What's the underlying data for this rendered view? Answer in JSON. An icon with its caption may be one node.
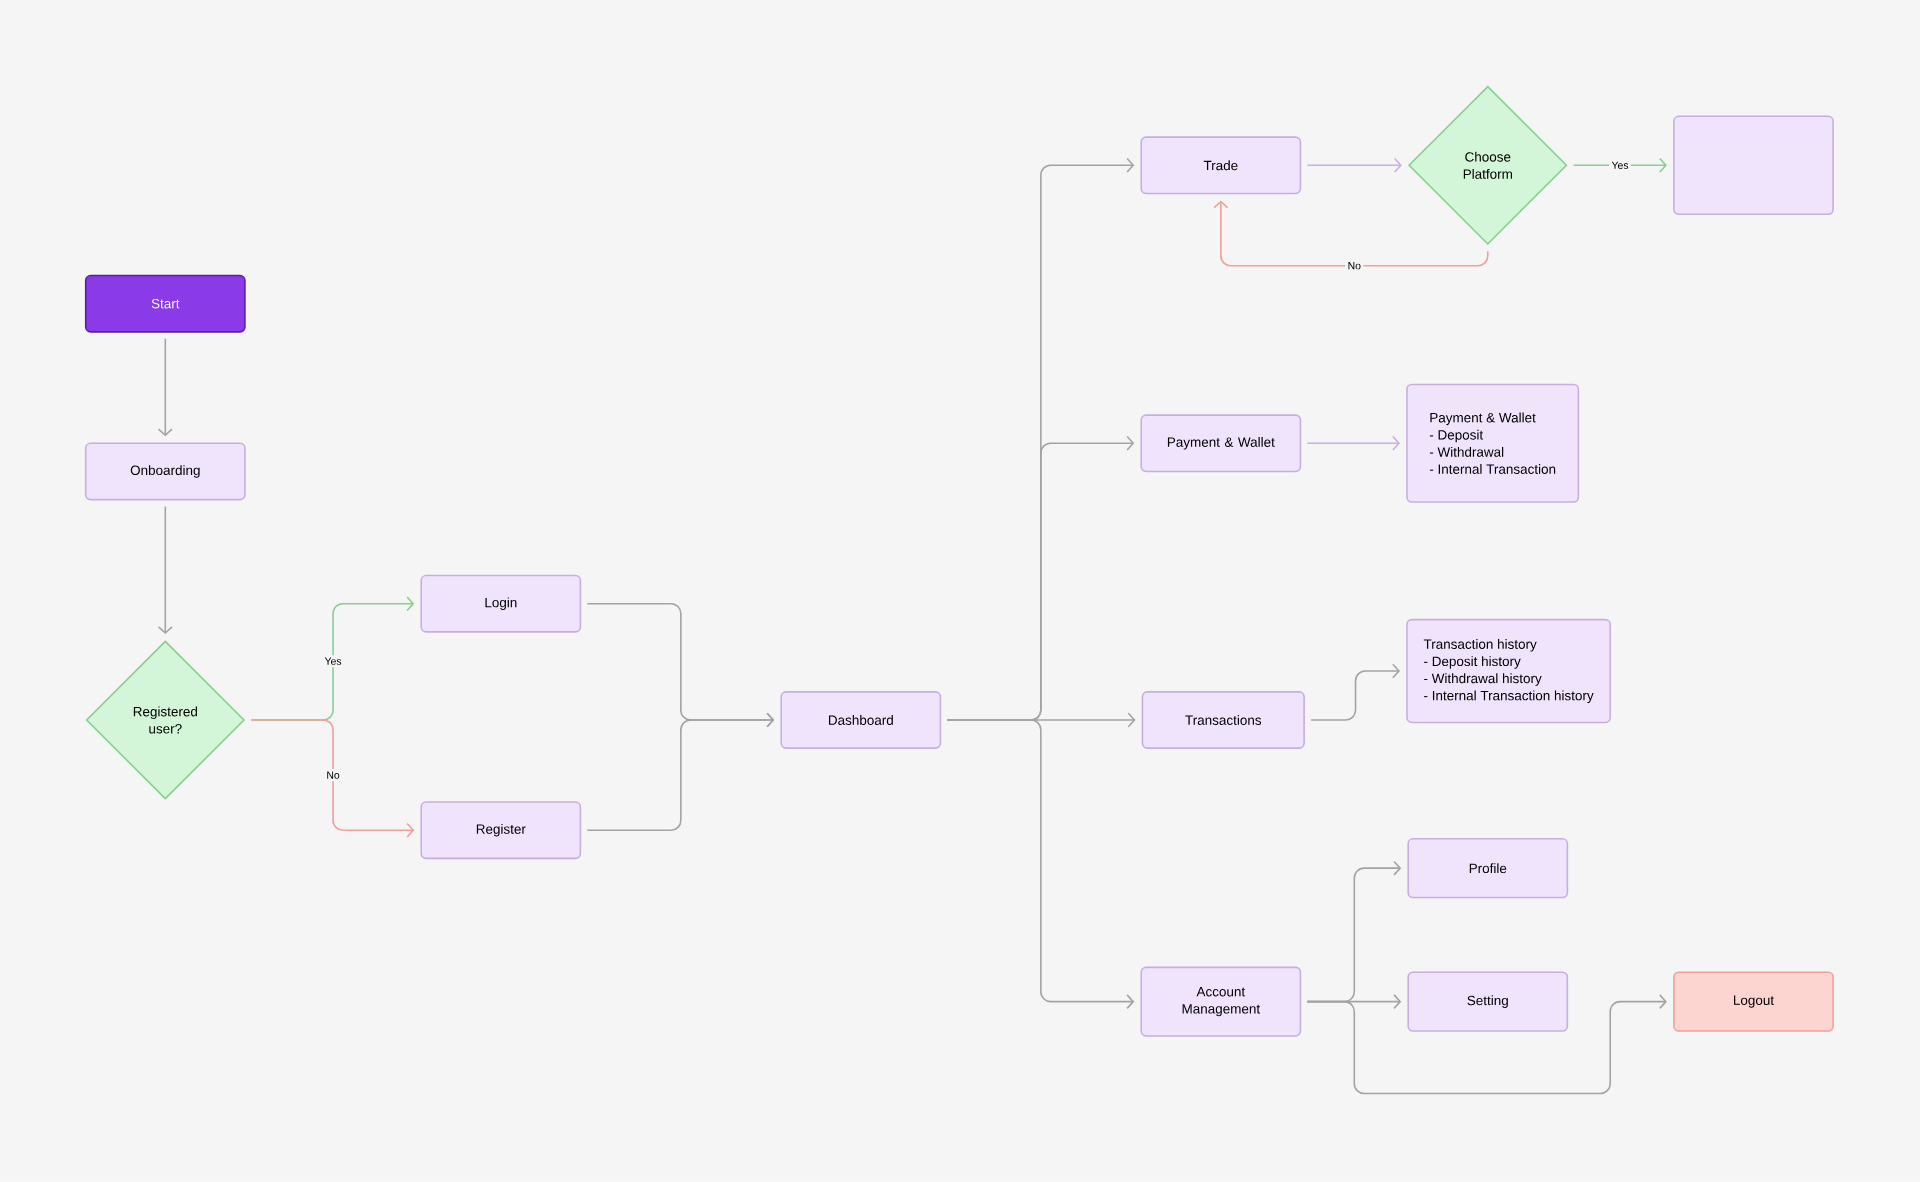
{
  "diagram": {
    "nodes": [
      {
        "text": [
          "Start"
        ]
      },
      {
        "text": [
          "Onboarding"
        ]
      },
      {
        "text": [
          "Registered user?"
        ]
      },
      {
        "text": [
          "Login"
        ]
      },
      {
        "text": [
          "Register"
        ]
      },
      {
        "text": [
          "Dashboard"
        ]
      },
      {
        "text": [
          "Trade"
        ]
      },
      {
        "text": [
          "Choose Platform"
        ]
      },
      {
        "text": [],
        "shape": "box"
      },
      {
        "text": [
          "Payment & Wallet"
        ]
      },
      {
        "text": [
          "Payment & Wallet",
          "- Deposit",
          "- Withdrawal",
          "- Internal Transaction"
        ]
      },
      {
        "text": [
          "Transactions"
        ]
      },
      {
        "text": [
          "Transaction history",
          "- Deposit history",
          "- Withdrawal history",
          "- Internal Transaction history"
        ]
      },
      {
        "text": [
          "Account Management"
        ]
      },
      {
        "text": [
          "Profile"
        ]
      },
      {
        "text": [
          "Setting"
        ]
      },
      {
        "text": [
          "Logout"
        ]
      }
    ],
    "edges": [
      {
        "from": 0,
        "to": 1,
        "arrow": "to"
      },
      {
        "from": 1,
        "to": 2,
        "arrow": "to"
      },
      {
        "from": 2,
        "to": 3,
        "arrow": "to",
        "label": "Yes",
        "color": "#86d08e"
      },
      {
        "from": 2,
        "to": 4,
        "arrow": "to",
        "label": "No",
        "color": "#f0a098"
      },
      {
        "from": 3,
        "to": 5,
        "arrow": "to"
      },
      {
        "from": 4,
        "to": 5,
        "arrow": "to"
      },
      {
        "from": 5,
        "to": 6,
        "arrow": "to"
      },
      {
        "from": 5,
        "to": 9,
        "arrow": "to"
      },
      {
        "from": 5,
        "to": 11,
        "arrow": "to"
      },
      {
        "from": 5,
        "to": 13,
        "arrow": "to"
      },
      {
        "from": 6,
        "to": 7,
        "arrow": "to",
        "color": "#c9aee6"
      },
      {
        "from": 7,
        "to": 8,
        "arrow": "to",
        "label": "Yes",
        "color": "#86d08e"
      },
      {
        "from": 7,
        "to": 6,
        "arrow": "to",
        "label": "No",
        "color": "#f0a098"
      },
      {
        "from": 9,
        "to": 10,
        "arrow": "to",
        "color": "#c9aee6"
      },
      {
        "from": 11,
        "to": 12,
        "arrow": "to"
      },
      {
        "from": 13,
        "to": 14,
        "arrow": "to"
      },
      {
        "from": 13,
        "to": 15,
        "arrow": "to"
      },
      {
        "from": 13,
        "to": 16,
        "arrow": "to"
      }
    ]
  }
}
